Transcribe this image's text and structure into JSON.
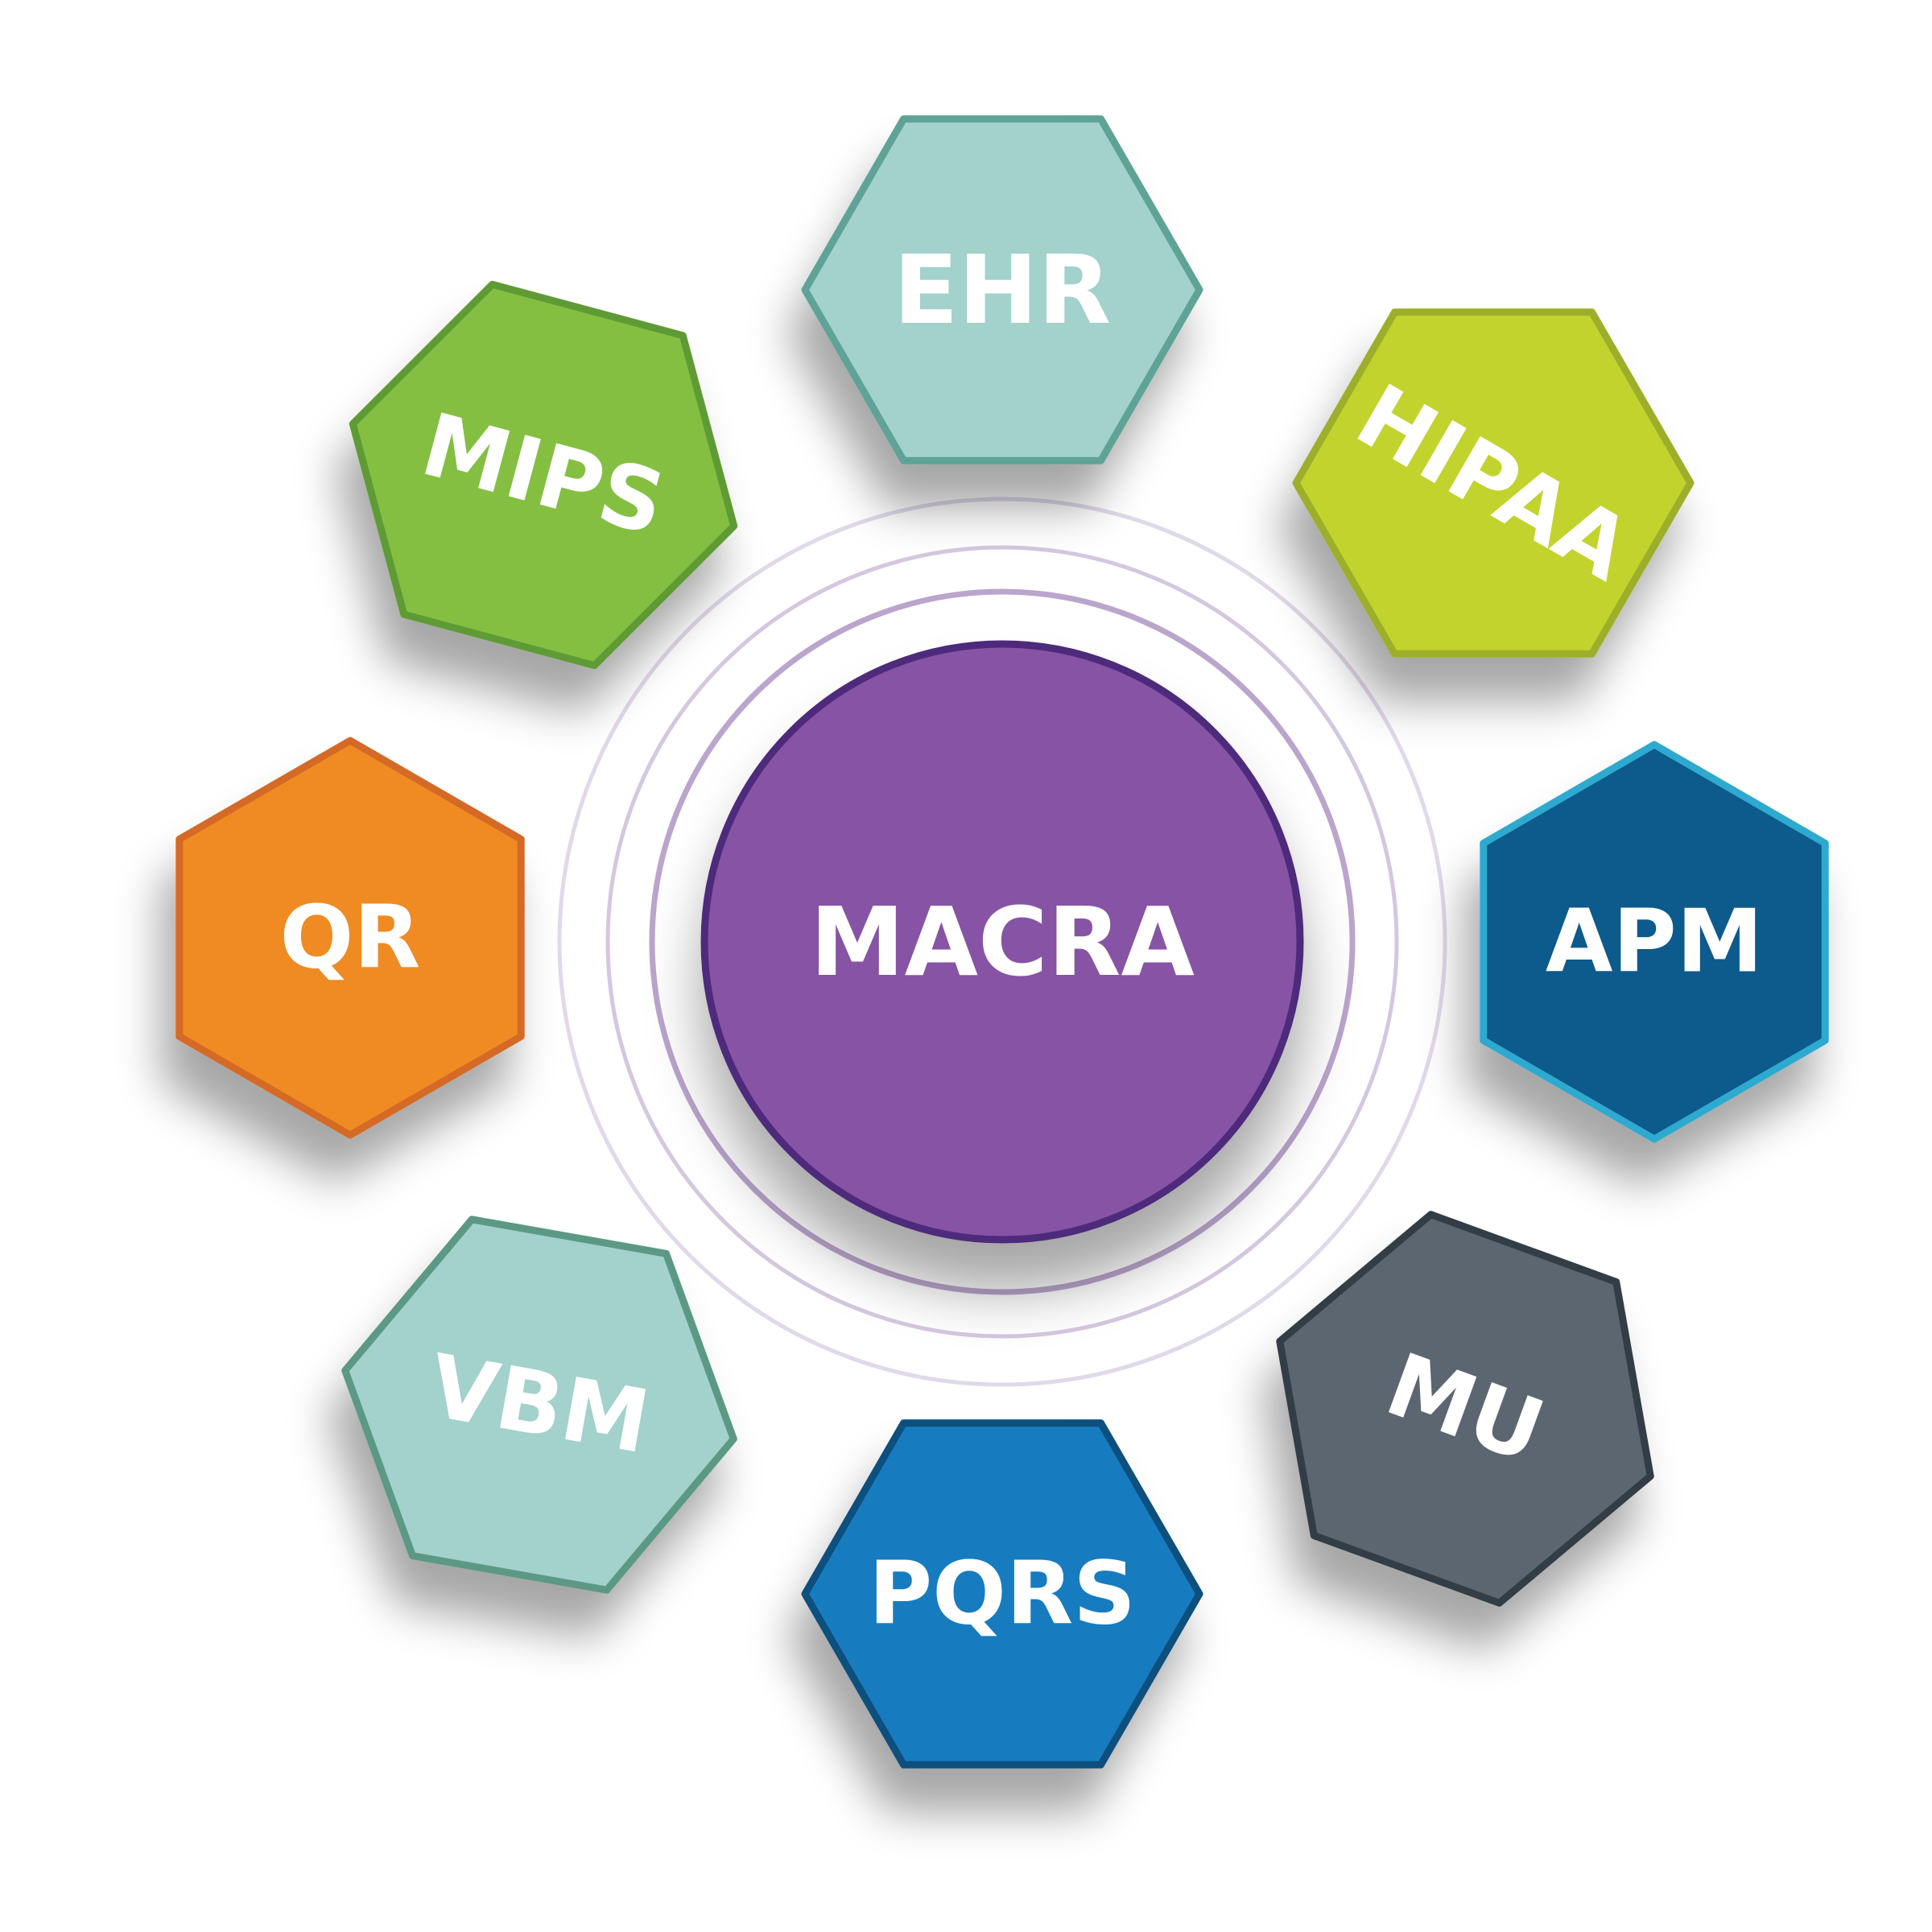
{
  "center": {
    "label": "MACRA",
    "fill": "#8653A5",
    "stroke": "#4E2A7C",
    "ring_color": "#A98FC0"
  },
  "nodes": [
    {
      "label": "EHR",
      "fill": "#A3D1CB",
      "stroke": "#5FA396"
    },
    {
      "label": "HIPAA",
      "fill": "#C2D32E",
      "stroke": "#9DAF2C"
    },
    {
      "label": "APM",
      "fill": "#0E5A8C",
      "stroke": "#2FA9D0"
    },
    {
      "label": "MU",
      "fill": "#5B6670",
      "stroke": "#323C45"
    },
    {
      "label": "PQRS",
      "fill": "#167CBF",
      "stroke": "#0D4F7D"
    },
    {
      "label": "VBM",
      "fill": "#A3D1CB",
      "stroke": "#5C9985"
    },
    {
      "label": "QR",
      "fill": "#EF8B22",
      "stroke": "#D46A25"
    },
    {
      "label": "MIPS",
      "fill": "#84BF42",
      "stroke": "#5F9B35"
    }
  ]
}
